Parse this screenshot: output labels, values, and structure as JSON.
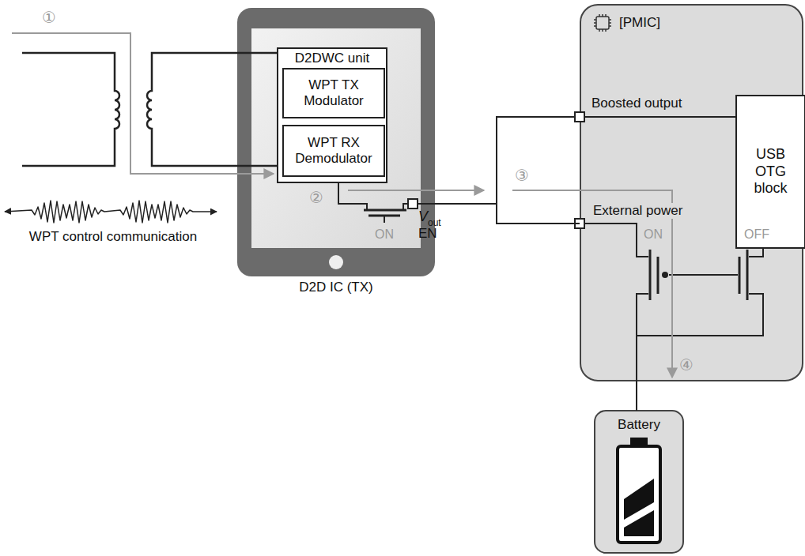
{
  "diagram": {
    "nodes": [
      {
        "text": [
          "D2D IC (TX)"
        ]
      },
      {
        "text": [
          "D2DWC unit"
        ],
        "in": 0
      },
      {
        "text": [
          "WPT TX Modulator"
        ],
        "in": 1
      },
      {
        "text": [
          "WPT RX Demodulator"
        ],
        "in": 1
      },
      {
        "text": [
          "[PMIC]"
        ]
      },
      {
        "text": [
          "USB OTG block"
        ],
        "in": 4
      },
      {
        "text": [
          "Battery"
        ]
      }
    ],
    "edges": [
      {
        "from": 0,
        "to": 4,
        "arrow": "none"
      },
      {
        "from": 4,
        "to": 6,
        "arrow": "none"
      }
    ],
    "labels": [
      "①",
      "WPT control communication",
      "②",
      "ON",
      "V",
      "out",
      "EN",
      "Boosted output",
      "③",
      "External power",
      "ON",
      "OFF",
      "④"
    ]
  }
}
